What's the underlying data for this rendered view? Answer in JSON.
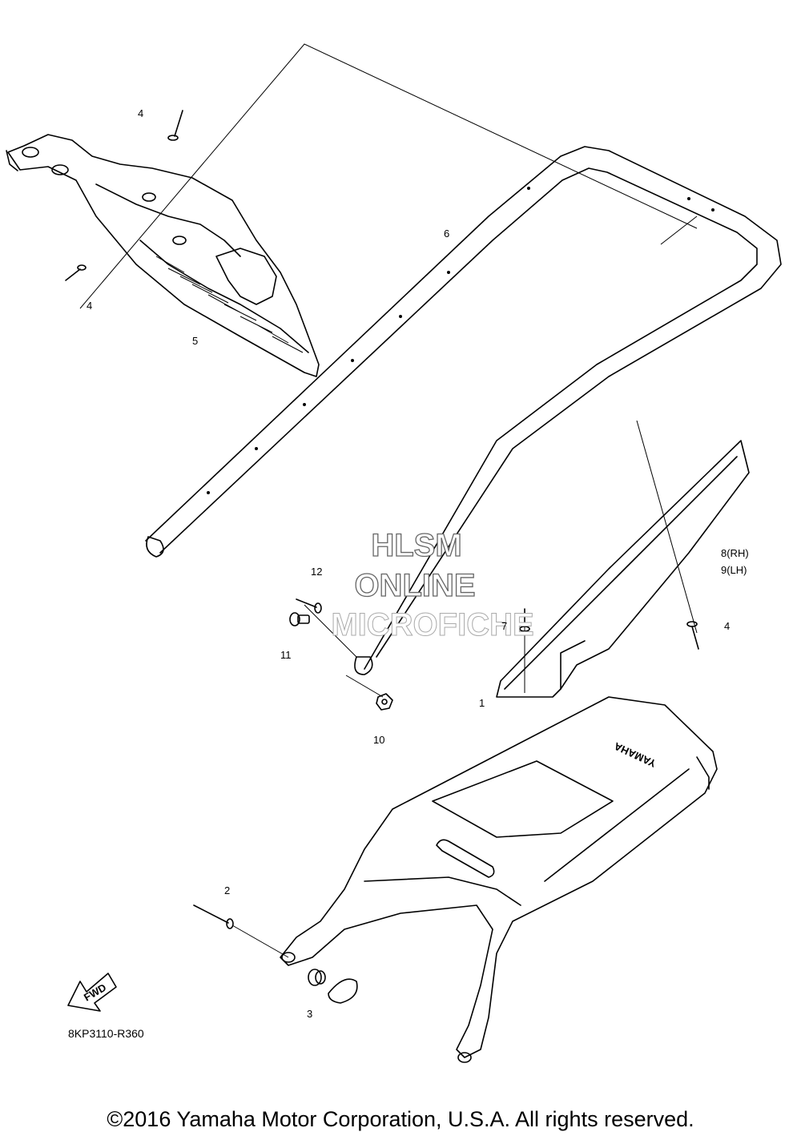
{
  "callouts": [
    {
      "id": "c1",
      "label": "1"
    },
    {
      "id": "c2",
      "label": "2"
    },
    {
      "id": "c3",
      "label": "3"
    },
    {
      "id": "c4a",
      "label": "4"
    },
    {
      "id": "c4b",
      "label": "4"
    },
    {
      "id": "c4c",
      "label": "4"
    },
    {
      "id": "c5",
      "label": "5"
    },
    {
      "id": "c6",
      "label": "6"
    },
    {
      "id": "c7",
      "label": "7"
    },
    {
      "id": "c8",
      "label": "8(RH)"
    },
    {
      "id": "c9",
      "label": "9(LH)"
    },
    {
      "id": "c10",
      "label": "10"
    },
    {
      "id": "c11",
      "label": "11"
    },
    {
      "id": "c12",
      "label": "12"
    }
  ],
  "watermark": {
    "line1": "HLSM",
    "line2": "ONLINE",
    "line3": "MICROFICHE"
  },
  "fwd_label": "FWD",
  "seat_brand": "YAMAHA",
  "diagram_code": "8KP3110-R360",
  "copyright": "©2016 Yamaha Motor Corporation, U.S.A. All rights reserved."
}
